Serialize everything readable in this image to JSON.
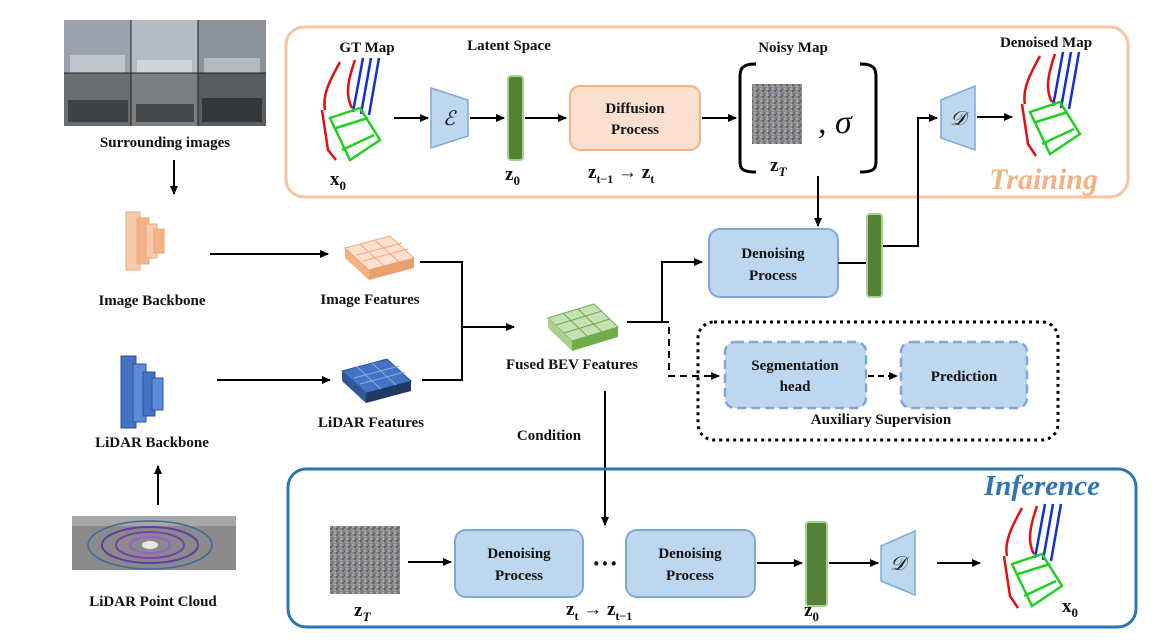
{
  "colors": {
    "training_frame": "#f4c5a3",
    "training_text": "#f4b183",
    "inference_frame": "#2e75b6",
    "inference_text": "#2e75b6",
    "process_blue": "#bdd7ee",
    "process_blue_stroke": "#7fa8d6",
    "diffusion_fill": "#fbe0cf",
    "diffusion_stroke": "#f4b183",
    "latent_fill": "#548235",
    "latent_stroke": "#a9d18e",
    "image_backbone": "#f8cbad",
    "lidar_backbone": "#4472c4",
    "fused_features": "#a9d18e"
  },
  "inputs": {
    "surrounding_images": "Surrounding images",
    "image_backbone": "Image Backbone",
    "image_features": "Image Features",
    "lidar_backbone": "LiDAR Backbone",
    "lidar_features": "LiDAR Features",
    "lidar_point_cloud": "LiDAR Point Cloud",
    "fused_bev_features": "Fused BEV Features",
    "condition": "Condition"
  },
  "training": {
    "label": "Training",
    "gt_map": "GT Map",
    "x0": "x",
    "x0_sub": "0",
    "encoder": "ℰ",
    "latent_space": "Latent Space",
    "z0": "z",
    "z0_sub": "0",
    "diffusion_line1": "Diffusion",
    "diffusion_line2": "Process",
    "transition": "z_{t−1} → z_t",
    "noisy_map": "Noisy Map",
    "zT": "z",
    "zT_sub": "T",
    "sigma": ", σ",
    "decoder": "𝒟",
    "denoised_map": "Denoised Map",
    "denoising_line1": "Denoising",
    "denoising_line2": "Process"
  },
  "auxiliary": {
    "segmentation_line1": "Segmentation",
    "segmentation_line2": "head",
    "prediction": "Prediction",
    "label": "Auxiliary Supervision"
  },
  "inference": {
    "label": "Inference",
    "zT": "z",
    "zT_sub": "T",
    "denoising1_line1": "Denoising",
    "denoising1_line2": "Process",
    "dots": "···",
    "denoising2_line1": "Denoising",
    "denoising2_line2": "Process",
    "transition": "z_t → z_{t−1}",
    "z0": "z",
    "z0_sub": "0",
    "decoder": "𝒟",
    "x0": "x",
    "x0_sub": "0"
  }
}
